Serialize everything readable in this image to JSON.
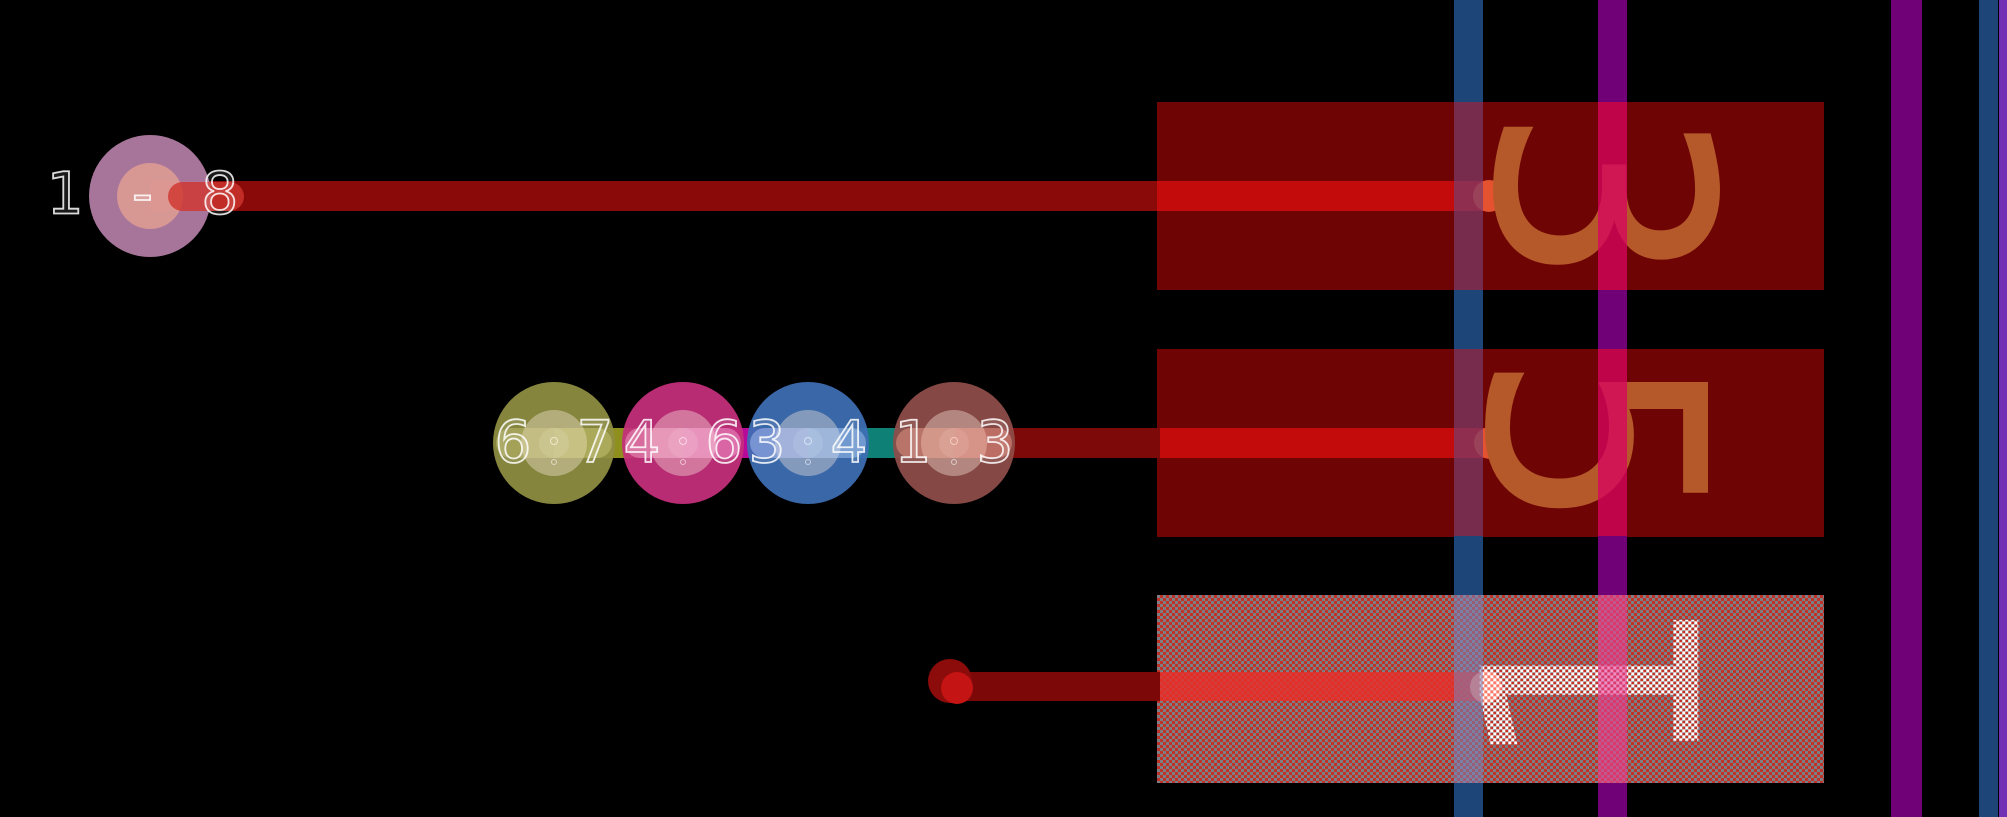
{
  "view": {
    "name": "PCB layout canvas",
    "background": "#000000"
  },
  "through_pad": {
    "label": "1 - 8",
    "color": "#b47ea6"
  },
  "via_pads": [
    {
      "left_digit": "6",
      "right_digit": "7",
      "color": "#8f8f42"
    },
    {
      "left_digit": "4",
      "right_digit": "6",
      "color": "#c52f7c"
    },
    {
      "left_digit": "3",
      "right_digit": "4",
      "color": "#3d6fb4"
    },
    {
      "left_digit": "1",
      "right_digit": "3",
      "color": "#8f4d49"
    }
  ],
  "smd_pads": [
    {
      "number": "3",
      "style": "solid",
      "color": "#6e0404",
      "number_color": "#b5592a"
    },
    {
      "number": "5",
      "style": "solid",
      "color": "#6e0404",
      "number_color": "#b5592a"
    },
    {
      "number": "1",
      "style": "hatched",
      "color": "#7d7d86",
      "hatch_color": "#c03226",
      "number_color": "#ffffff"
    }
  ],
  "track_lines": [
    {
      "id": "blue-left",
      "color": "#1d4577"
    },
    {
      "id": "purple-left",
      "color": "#700177"
    },
    {
      "id": "purple-right",
      "color": "#700177"
    },
    {
      "id": "blue-right",
      "color": "#1d4577"
    },
    {
      "id": "violet-edge",
      "color": "#7230b5"
    }
  ],
  "trace_colors": {
    "dark_red": "#8a0a0a",
    "bright_red": "#c30b0b",
    "tip_highlight": "#eb5f37",
    "olive_segment": "#8f8f1e",
    "magenta_segment": "#b80a9a",
    "teal_segment": "#0e8076"
  }
}
